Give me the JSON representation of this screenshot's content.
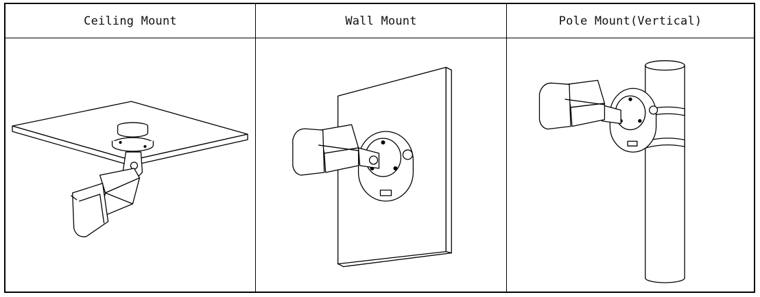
{
  "headers": {
    "ceiling": "Ceiling Mount",
    "wall": "Wall Mount",
    "pole": "Pole Mount(Vertical)"
  }
}
